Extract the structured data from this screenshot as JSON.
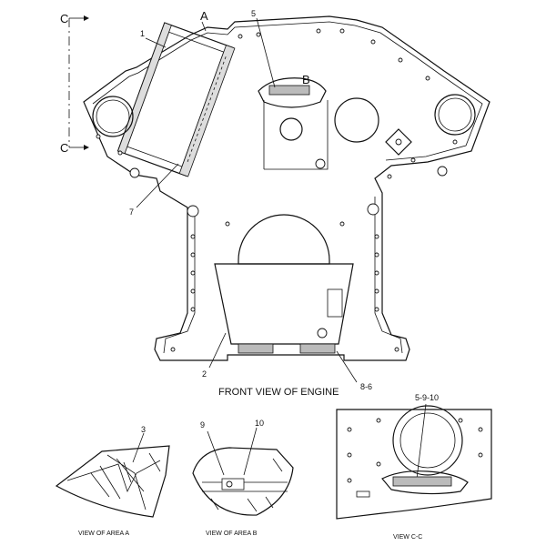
{
  "labels": {
    "c_top": "C",
    "c_bottom": "C",
    "area_a": "A",
    "area_b": "B",
    "n1": "1",
    "n5": "5",
    "n7": "7",
    "n2": "2",
    "n86": "8-6",
    "n3": "3",
    "n9": "9",
    "n10": "10",
    "n5910": "5-9-10"
  },
  "captions": {
    "front_view": "FRONT VIEW OF ENGINE",
    "view_a": "VIEW OF AREA  A",
    "view_b": "VIEW OF AREA  B",
    "view_cc": "VIEW  C-C"
  }
}
